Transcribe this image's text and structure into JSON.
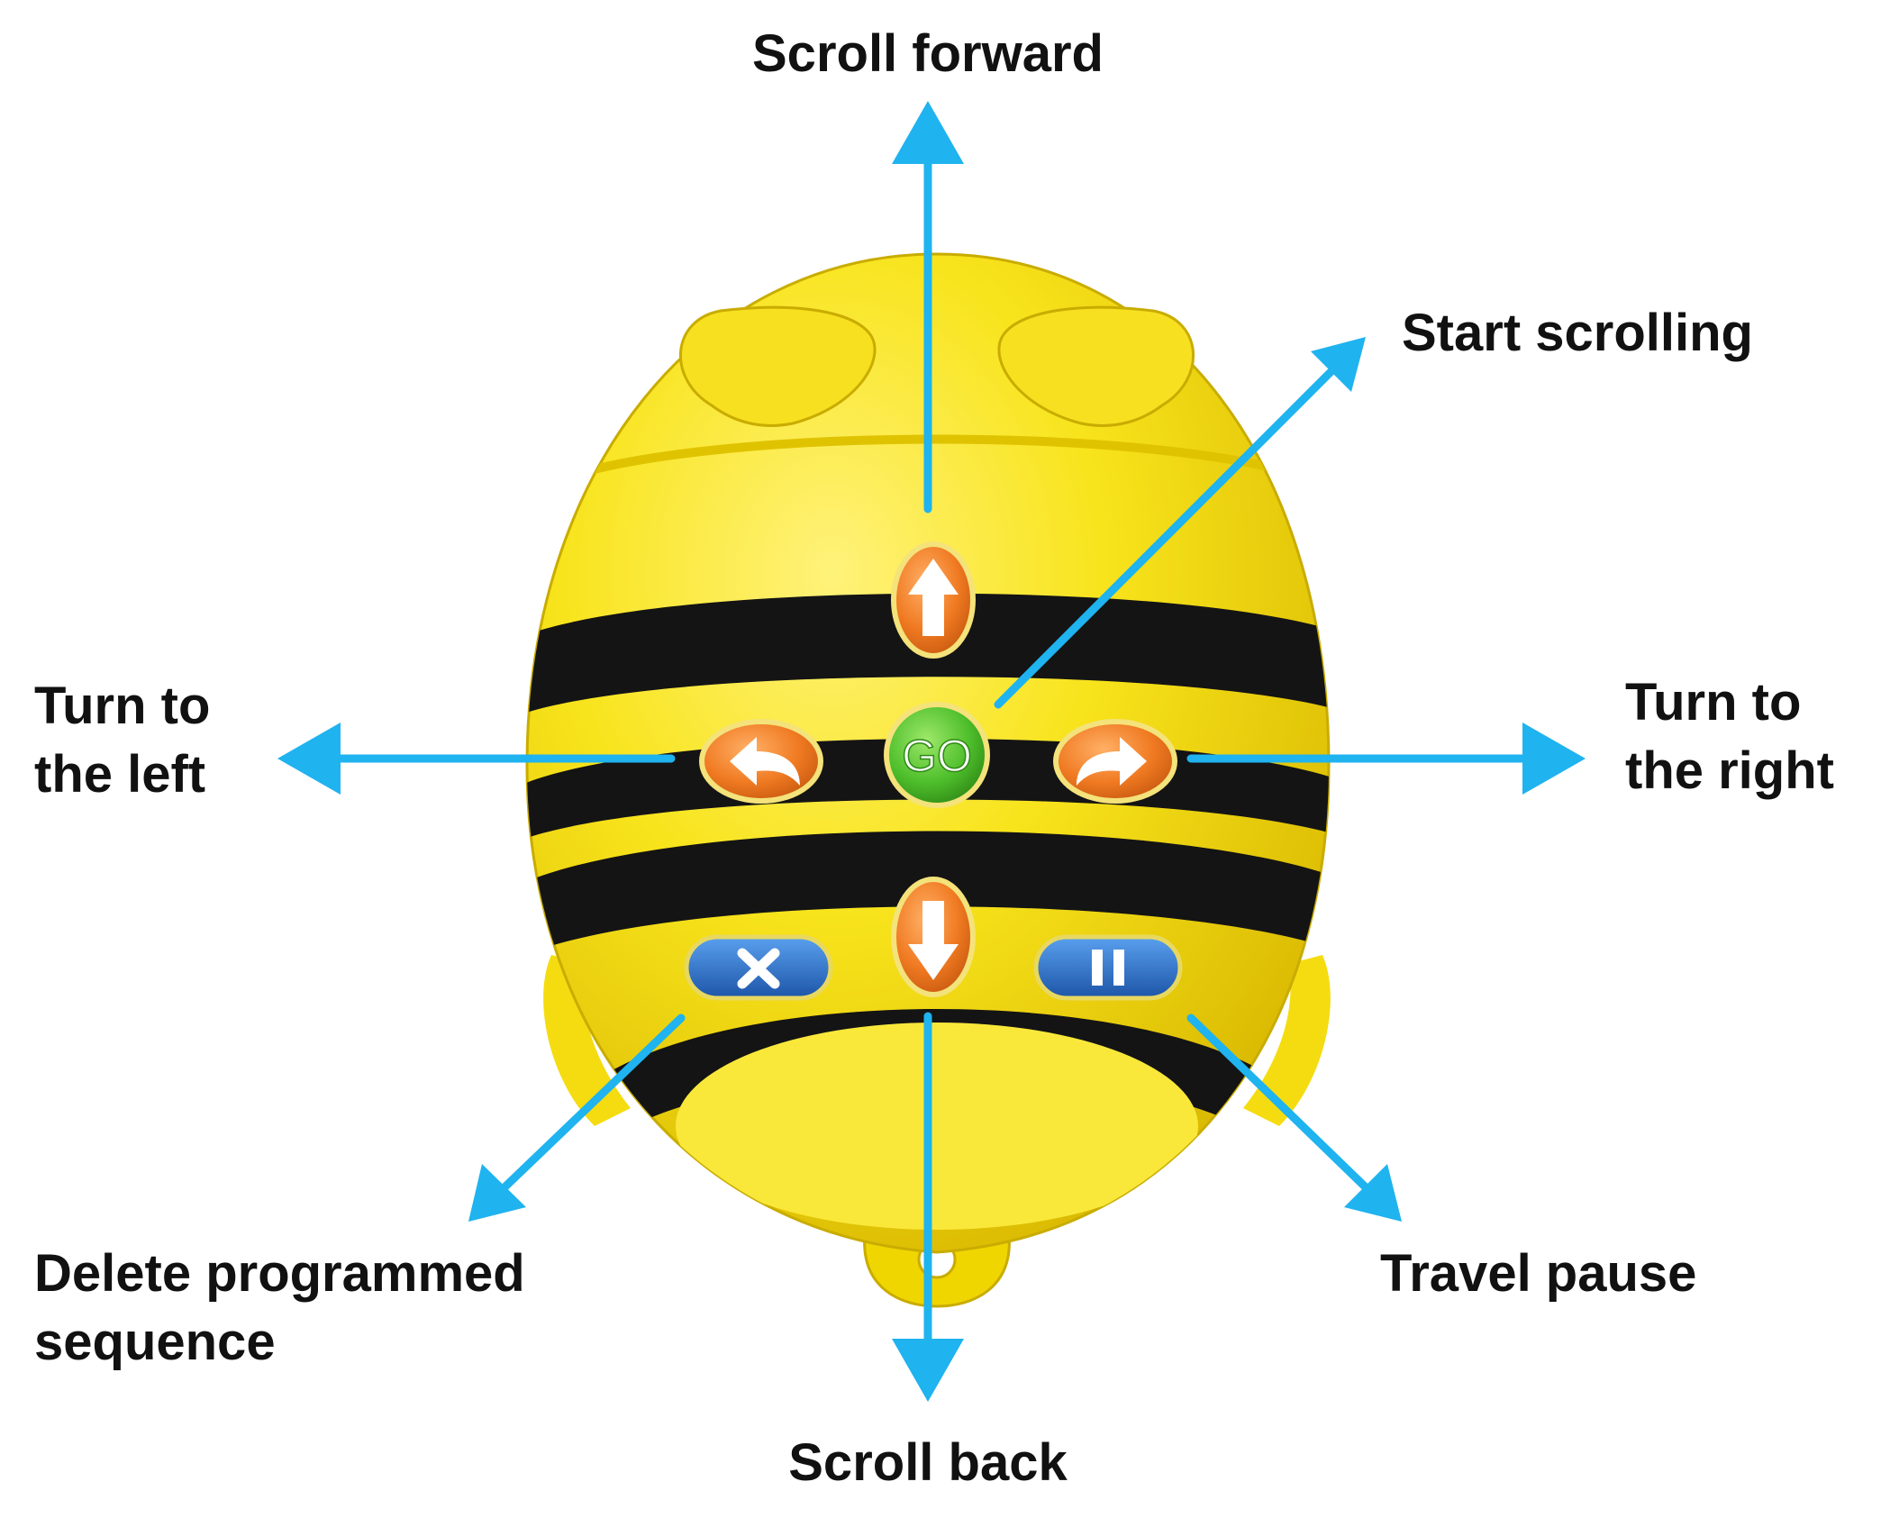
{
  "labels": {
    "scroll_forward": "Scroll forward",
    "start_scrolling": "Start scrolling",
    "turn_left": [
      "Turn to",
      "the left"
    ],
    "turn_right": [
      "Turn to",
      "the right"
    ],
    "delete_sequence": [
      "Delete programmed",
      "sequence"
    ],
    "travel_pause": "Travel pause",
    "scroll_back": "Scroll back"
  },
  "buttons": {
    "go_label": "GO"
  },
  "colors": {
    "body_yellow": "#f7e51a",
    "stripe_black": "#141414",
    "arrow_blue": "#1fb3ef",
    "button_orange": "#f07a22",
    "go_green": "#4fbf2c",
    "button_blue": "#2a6fc4"
  },
  "icons": {
    "forward": "arrow-up-icon",
    "back": "arrow-down-icon",
    "left": "turn-left-icon",
    "right": "turn-right-icon",
    "clear": "x-icon",
    "pause": "pause-icon"
  }
}
